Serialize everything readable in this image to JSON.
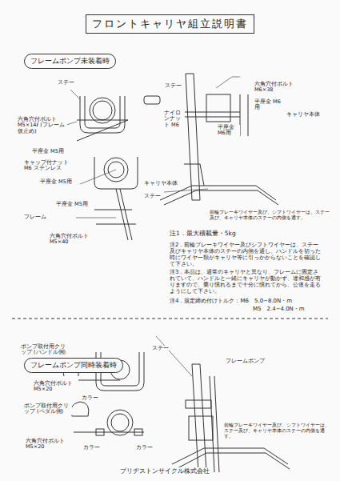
{
  "diagram": {
    "title": "フロントキャリヤ組立説明書",
    "nodes": [
      {
        "text": [
          "フロントキャリヤ組立説明書"
        ]
      },
      {
        "text": [
          "フレームポンプ未装着時"
        ]
      },
      {
        "text": [
          "フレームポンプ同時装着時"
        ]
      }
    ],
    "labels": [
      "ステー",
      "六角穴付ボルト M5×14ℓ (フレーム仮止め)",
      "平座金 M5用",
      "ステー",
      "六角穴付ボルト M6×38",
      "ナイロンナット M6",
      "平座金 M6用",
      "平座金 M6用",
      "キャリヤ本体",
      "キャップ付ナット M6 ステンレス",
      "平座金 M5用",
      "キャリヤ本体",
      "ステー",
      "フレーム",
      "平座金 M5用",
      "六角穴付ボルト M5×40",
      "前輪ブレーキワイヤー及び、シフトワイヤーは、ステー及び、キャリヤ本体のステーの内側を通す。",
      "注1．最大積載量・5kg",
      "注2．前輪ブレーキワイヤー及びシフトワイヤーは、ステー及びキャリヤ本体のステーの内側を通し、ハンドルを切った時にワイヤー類がキャリヤ等に引っかからないことを確認して下さい。",
      "注3．本品は、通常のキャリヤと異なり、フレームに固定されていて、ハンドルと一緒にキャリヤが動かず、違和感が有りますので、乗り慣れるまで十分に慣れてから、公道を走るようにして下さい。",
      "注4．規定締め付けトルク：M6　5.0−8.0N・m",
      "M5　2.4−4.0N・m",
      "ポンプ取付用クリップ (ハンドル側)",
      "ステー",
      "六角穴付ボルト M5×20",
      "カラー",
      "フレームポンプ",
      "前輪ブレーキワイヤー及び、シフトワイヤーは、ステー及び、キャリヤ本体のステーの内側を通す。",
      "ポンプ取付用クリップ (ペダル側)",
      "六角穴付ボルト M5×20",
      "カラー",
      "カラー",
      "ブリヂストンサイクル株式会社"
    ]
  }
}
